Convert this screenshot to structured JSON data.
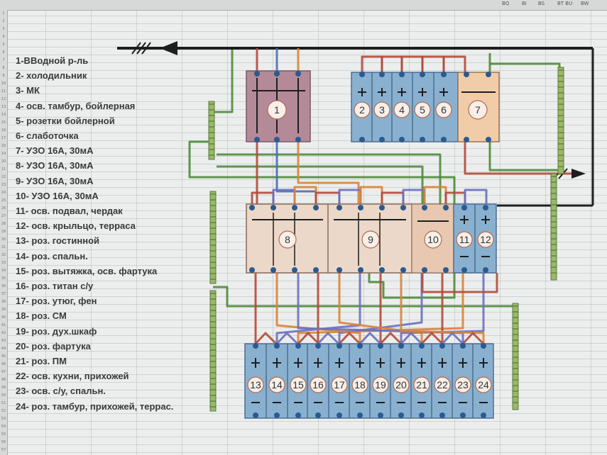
{
  "sheet": {
    "column_headers": [
      "BQ",
      "BI",
      "BS",
      "BT BU",
      "BW"
    ]
  },
  "legend": [
    "1-ВВодной р-ль",
    "2- холодильник",
    "3- МК",
    "4- осв. тамбур, бойлерная",
    "5- розетки бойлерной",
    "6- слаботочка",
    "7- УЗО 16А, 30мА",
    "8- УЗО 16А, 30мА",
    "9- УЗО 16А, 30мА",
    "10- УЗО 16А, 30мА",
    "11- осв. подвал, чердак",
    "12- осв. крыльцо, терраса",
    "13- роз. гостинной",
    "14- роз. спальн.",
    "15- роз. вытяжка, осв. фартука",
    "16- роз. титан с/у",
    "17- роз. утюг, фен",
    "18- роз. СМ",
    "19- роз. дух.шкаф",
    "20- роз. фартука",
    "21- роз. ПМ",
    "22- осв. кухни, прихожей",
    "23- осв. с/у, спальн.",
    "24- роз. тамбур, прихожей, террас."
  ],
  "devices": {
    "main_switch": "1",
    "row1_breakers": [
      "2",
      "3",
      "4",
      "5",
      "6"
    ],
    "row1_rcd": "7",
    "row2_rcds": [
      "8",
      "9",
      "10"
    ],
    "row2_breakers": [
      "11",
      "12"
    ],
    "row3_breakers": [
      "13",
      "14",
      "15",
      "16",
      "17",
      "18",
      "19",
      "20",
      "21",
      "22",
      "23",
      "24"
    ]
  },
  "colors": {
    "phase": "#1e1e1e",
    "neutral": "#4a6fb0",
    "ground": "#4f8a3a",
    "red_wire": "#b24a3a",
    "orange_wire": "#d9833a",
    "blue_wire": "#6a6fc0",
    "main_box": "#b58a98",
    "breaker": "#8ab0d0",
    "rcd": "#f0cda8",
    "rcd_light": "#ecd8c8",
    "bus_bar": "#9ab86a",
    "terminal": "#2a5a90"
  }
}
